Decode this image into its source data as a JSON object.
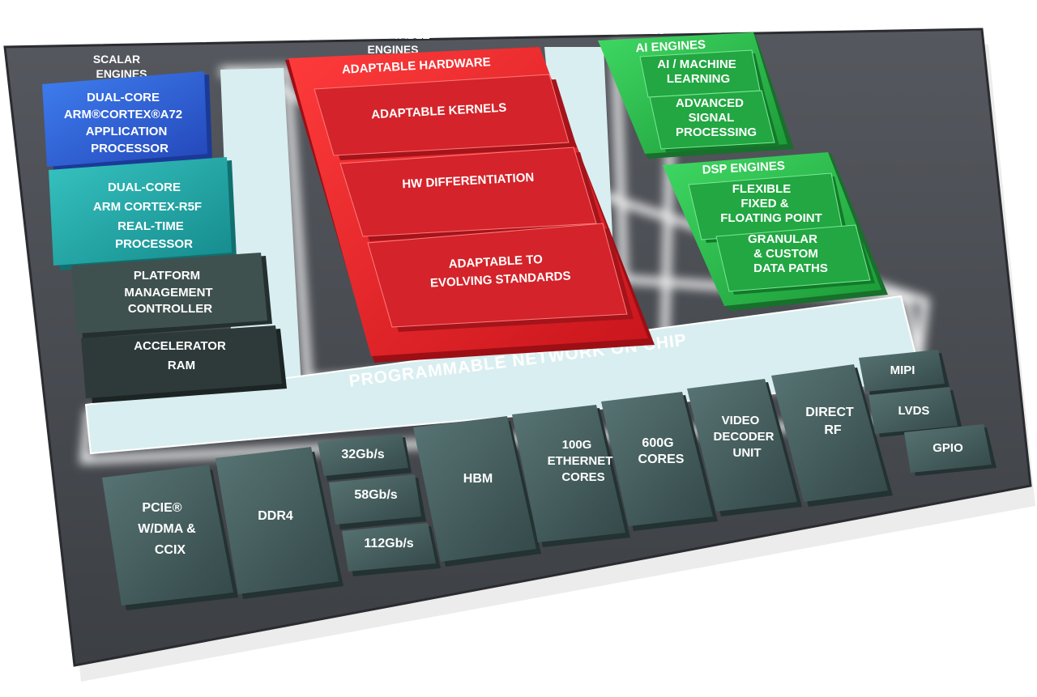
{
  "scalar_engines": {
    "title": [
      "SCALAR",
      "ENGINES"
    ],
    "blocks": [
      {
        "lines": [
          "DUAL-CORE",
          "ARM®CORTEX®A72",
          "APPLICATION",
          "PROCESSOR"
        ]
      },
      {
        "lines": [
          "DUAL-CORE",
          "ARM CORTEX-R5F",
          "REAL-TIME",
          "PROCESSOR"
        ]
      },
      {
        "lines": [
          "PLATFORM",
          "MANAGEMENT",
          "CONTROLLER"
        ]
      },
      {
        "lines": [
          "ACCELERATOR",
          "RAM"
        ]
      }
    ]
  },
  "adaptable_engines": {
    "title": [
      "ADAPTABLE",
      "ENGINES"
    ],
    "header": "ADAPTABLE HARDWARE",
    "blocks": [
      {
        "lines": [
          "ADAPTABLE KERNELS"
        ]
      },
      {
        "lines": [
          "HW DIFFERENTIATION"
        ]
      },
      {
        "lines": [
          "ADAPTABLE TO",
          "EVOLVING STANDARDS"
        ]
      }
    ]
  },
  "intelligent_engines": {
    "title": [
      "INTELLIGENT",
      "ENGINES"
    ],
    "ai": {
      "header": "AI ENGINES",
      "blocks": [
        {
          "lines": [
            "AI / MACHINE",
            "LEARNING"
          ]
        },
        {
          "lines": [
            "ADVANCED",
            "SIGNAL",
            "PROCESSING"
          ]
        }
      ]
    },
    "dsp": {
      "header": "DSP ENGINES",
      "blocks": [
        {
          "lines": [
            "FLEXIBLE",
            "FIXED &",
            "FLOATING POINT"
          ]
        },
        {
          "lines": [
            "GRANULAR",
            "& CUSTOM",
            "DATA PATHS"
          ]
        }
      ]
    }
  },
  "network": "PROGRAMMABLE NETWORK ON CHIP",
  "io_blocks": [
    {
      "lines": [
        "PCIE®",
        "W/DMA &",
        "CCIX"
      ]
    },
    {
      "lines": [
        "DDR4"
      ]
    },
    {
      "lines": [
        "32Gb/s"
      ]
    },
    {
      "lines": [
        "58Gb/s"
      ]
    },
    {
      "lines": [
        "112Gb/s"
      ]
    },
    {
      "lines": [
        "HBM"
      ]
    },
    {
      "lines": [
        "100G",
        "ETHERNET",
        "CORES"
      ]
    },
    {
      "lines": [
        "600G",
        "CORES"
      ]
    },
    {
      "lines": [
        "VIDEO",
        "DECODER",
        "UNIT"
      ]
    },
    {
      "lines": [
        "DIRECT",
        "RF"
      ]
    },
    {
      "lines": [
        "MIPI"
      ]
    },
    {
      "lines": [
        "LVDS"
      ]
    },
    {
      "lines": [
        "GPIO"
      ]
    }
  ],
  "colors": {
    "chip_base": "#4a4d52",
    "chip_edge": "#2a2c30",
    "noc": "#d9eef0",
    "scalar_blue": "#2f62d8",
    "scalar_teal": "#1fa6a6",
    "scalar_dark": "#3f514f",
    "scalar_darker": "#2e3a3a",
    "adaptable_red": "#e01e26",
    "adaptable_block": "#c81d22",
    "ai_green": "#26b446",
    "ai_block": "#1f9c3a",
    "io_grey": "#3f5554"
  }
}
